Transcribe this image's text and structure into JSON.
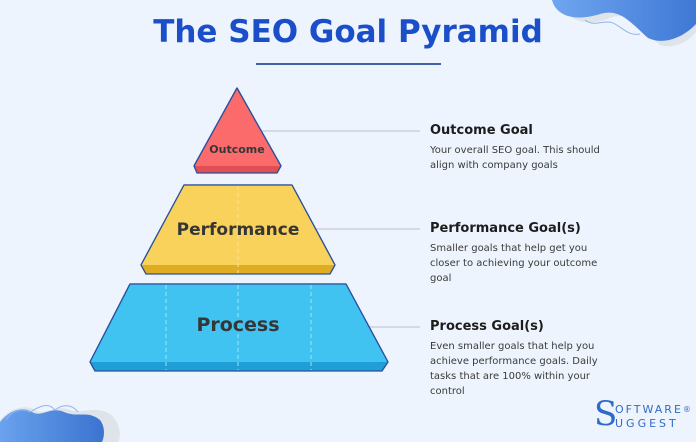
{
  "title": "The SEO Goal Pyramid",
  "pyramid": {
    "tiers": [
      {
        "label": "Outcome",
        "color": "#fb6b6b",
        "shade": "#e04f52"
      },
      {
        "label": "Performance",
        "color": "#f8d25a",
        "shade": "#e0ac22"
      },
      {
        "label": "Process",
        "color": "#41c3f1",
        "shade": "#1f9fd6"
      }
    ],
    "outline_color": "#2c4f9e"
  },
  "goals": [
    {
      "title": "Outcome Goal",
      "description": "Your overall SEO goal. This should align with company goals"
    },
    {
      "title": "Performance Goal(s)",
      "description": "Smaller goals that help get you closer to achieving your outcome goal"
    },
    {
      "title": "Process Goal(s)",
      "description": "Even smaller goals that help you achieve performance goals. Daily tasks that are 100% within your control"
    }
  ],
  "brand": {
    "initial": "S",
    "line1": "OFTWARE",
    "registered": "®",
    "line2": "UGGEST"
  },
  "colors": {
    "title": "#1a4fc9",
    "background": "#eef4fd",
    "accent_wave": "#3d7ee0"
  }
}
